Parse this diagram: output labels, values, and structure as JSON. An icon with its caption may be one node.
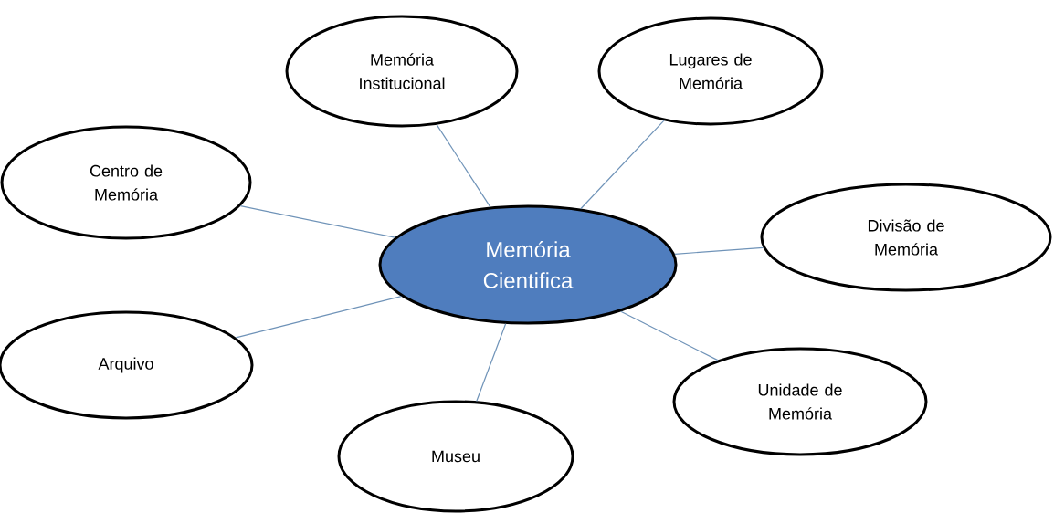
{
  "diagram": {
    "nodes": [
      {
        "text": [
          "Memória Cientifica"
        ]
      },
      {
        "text": [
          "Memória Institucional"
        ]
      },
      {
        "text": [
          "Lugares de Memória"
        ]
      },
      {
        "text": [
          "Centro de Memória"
        ]
      },
      {
        "text": [
          "Divisão de Memória"
        ]
      },
      {
        "text": [
          "Arquivo"
        ]
      },
      {
        "text": [
          "Museu"
        ]
      },
      {
        "text": [
          "Unidade de Memória"
        ]
      }
    ],
    "edges": [
      {
        "from": 0,
        "to": 1,
        "arrow": "none"
      },
      {
        "from": 0,
        "to": 2,
        "arrow": "none"
      },
      {
        "from": 0,
        "to": 3,
        "arrow": "none"
      },
      {
        "from": 0,
        "to": 4,
        "arrow": "none"
      },
      {
        "from": 0,
        "to": 5,
        "arrow": "none"
      },
      {
        "from": 0,
        "to": 6,
        "arrow": "none"
      },
      {
        "from": 0,
        "to": 7,
        "arrow": "none"
      }
    ]
  }
}
